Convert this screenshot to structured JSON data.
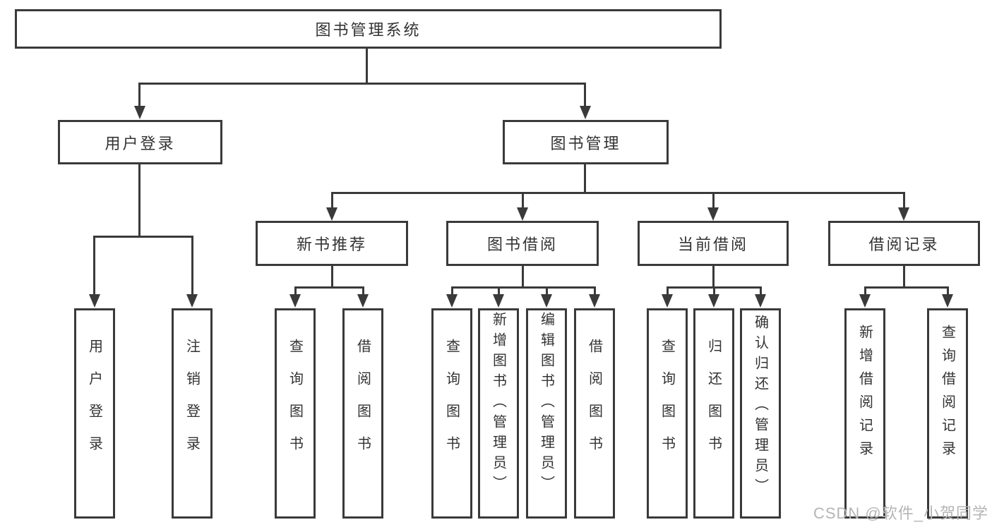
{
  "diagram": {
    "root": {
      "label": "图书管理系统"
    },
    "level2": [
      {
        "label": "用户登录"
      },
      {
        "label": "图书管理"
      }
    ],
    "level3": [
      {
        "label": "新书推荐"
      },
      {
        "label": "图书借阅"
      },
      {
        "label": "当前借阅"
      },
      {
        "label": "借阅记录"
      }
    ],
    "leaves": {
      "user_login": [
        "用户登录",
        "注销登录"
      ],
      "new_book_recommend": [
        "查询图书",
        "借阅图书"
      ],
      "book_borrow": [
        "查询图书",
        "新增图书（管理员）",
        "编辑图书（管理员）",
        "借阅图书"
      ],
      "current_borrow": [
        "查询图书",
        "归还图书",
        "确认归还（管理员）"
      ],
      "borrow_records": [
        "新增借阅记录",
        "查询借阅记录"
      ]
    },
    "watermark": "CSDN @软件_小贺同学",
    "colors": {
      "line": "#3a3a3a",
      "text": "#333333",
      "watermark": "#b5b5b5",
      "background": "#ffffff"
    }
  }
}
